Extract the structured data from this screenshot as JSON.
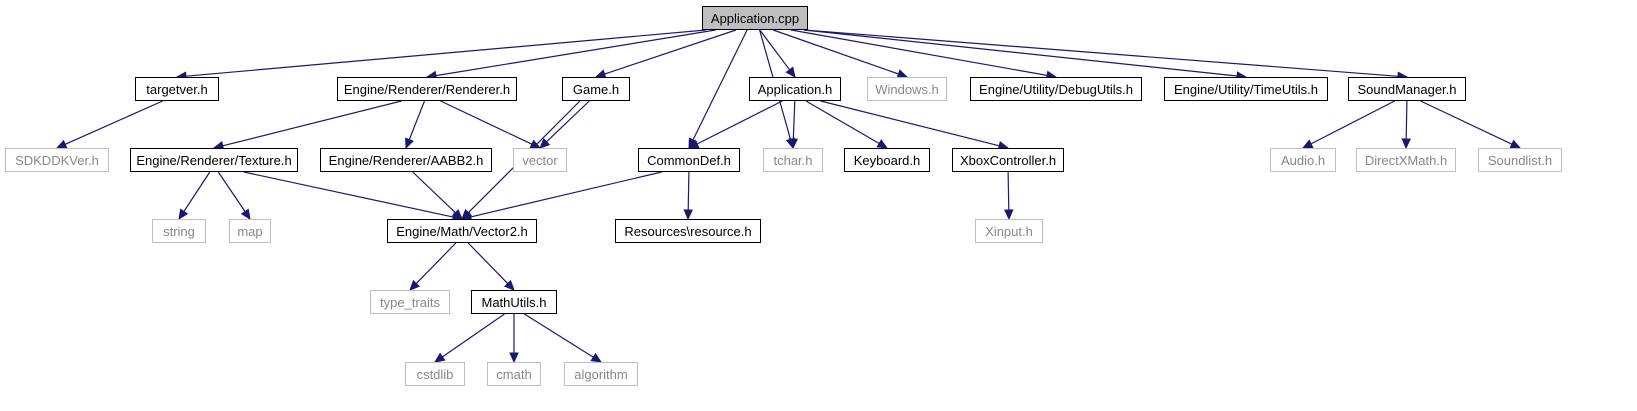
{
  "graph": {
    "root": "application_cpp",
    "nodes": [
      {
        "id": "application_cpp",
        "label": "Application.cpp",
        "kind": "root"
      },
      {
        "id": "targetver_h",
        "label": "targetver.h",
        "kind": "local"
      },
      {
        "id": "renderer_h",
        "label": "Engine/Renderer/Renderer.h",
        "kind": "local"
      },
      {
        "id": "game_h",
        "label": "Game.h",
        "kind": "local"
      },
      {
        "id": "application_h",
        "label": "Application.h",
        "kind": "local"
      },
      {
        "id": "windows_h",
        "label": "Windows.h",
        "kind": "system"
      },
      {
        "id": "debugutils_h",
        "label": "Engine/Utility/DebugUtils.h",
        "kind": "local"
      },
      {
        "id": "timeutils_h",
        "label": "Engine/Utility/TimeUtils.h",
        "kind": "local"
      },
      {
        "id": "soundmanager_h",
        "label": "SoundManager.h",
        "kind": "local"
      },
      {
        "id": "sdkddkver_h",
        "label": "SDKDDKVer.h",
        "kind": "system"
      },
      {
        "id": "texture_h",
        "label": "Engine/Renderer/Texture.h",
        "kind": "local"
      },
      {
        "id": "aabb2_h",
        "label": "Engine/Renderer/AABB2.h",
        "kind": "local"
      },
      {
        "id": "vector",
        "label": "vector",
        "kind": "system"
      },
      {
        "id": "commondef_h",
        "label": "CommonDef.h",
        "kind": "local"
      },
      {
        "id": "tchar_h",
        "label": "tchar.h",
        "kind": "system"
      },
      {
        "id": "keyboard_h",
        "label": "Keyboard.h",
        "kind": "local"
      },
      {
        "id": "xboxcontroller_h",
        "label": "XboxController.h",
        "kind": "local"
      },
      {
        "id": "audio_h",
        "label": "Audio.h",
        "kind": "system"
      },
      {
        "id": "directxmath_h",
        "label": "DirectXMath.h",
        "kind": "system"
      },
      {
        "id": "soundlist_h",
        "label": "Soundlist.h",
        "kind": "system"
      },
      {
        "id": "string",
        "label": "string",
        "kind": "system"
      },
      {
        "id": "map",
        "label": "map",
        "kind": "system"
      },
      {
        "id": "vector2_h",
        "label": "Engine/Math/Vector2.h",
        "kind": "local"
      },
      {
        "id": "resource_h",
        "label": "Resources\\resource.h",
        "kind": "local"
      },
      {
        "id": "xinput_h",
        "label": "Xinput.h",
        "kind": "system"
      },
      {
        "id": "type_traits",
        "label": "type_traits",
        "kind": "system"
      },
      {
        "id": "mathutils_h",
        "label": "MathUtils.h",
        "kind": "local"
      },
      {
        "id": "cstdlib",
        "label": "cstdlib",
        "kind": "system"
      },
      {
        "id": "cmath",
        "label": "cmath",
        "kind": "system"
      },
      {
        "id": "algorithm",
        "label": "algorithm",
        "kind": "system"
      }
    ],
    "edges": [
      [
        "application_cpp",
        "targetver_h"
      ],
      [
        "application_cpp",
        "renderer_h"
      ],
      [
        "application_cpp",
        "game_h"
      ],
      [
        "application_cpp",
        "commondef_h"
      ],
      [
        "application_cpp",
        "tchar_h"
      ],
      [
        "application_cpp",
        "application_h"
      ],
      [
        "application_cpp",
        "windows_h"
      ],
      [
        "application_cpp",
        "debugutils_h"
      ],
      [
        "application_cpp",
        "timeutils_h"
      ],
      [
        "application_cpp",
        "soundmanager_h"
      ],
      [
        "targetver_h",
        "sdkddkver_h"
      ],
      [
        "renderer_h",
        "texture_h"
      ],
      [
        "renderer_h",
        "aabb2_h"
      ],
      [
        "renderer_h",
        "vector"
      ],
      [
        "game_h",
        "vector"
      ],
      [
        "game_h",
        "vector2_h"
      ],
      [
        "application_h",
        "commondef_h"
      ],
      [
        "application_h",
        "tchar_h"
      ],
      [
        "application_h",
        "keyboard_h"
      ],
      [
        "application_h",
        "xboxcontroller_h"
      ],
      [
        "soundmanager_h",
        "audio_h"
      ],
      [
        "soundmanager_h",
        "directxmath_h"
      ],
      [
        "soundmanager_h",
        "soundlist_h"
      ],
      [
        "texture_h",
        "string"
      ],
      [
        "texture_h",
        "map"
      ],
      [
        "texture_h",
        "vector2_h"
      ],
      [
        "aabb2_h",
        "vector2_h"
      ],
      [
        "commondef_h",
        "vector2_h"
      ],
      [
        "commondef_h",
        "resource_h"
      ],
      [
        "xboxcontroller_h",
        "xinput_h"
      ],
      [
        "vector2_h",
        "type_traits"
      ],
      [
        "vector2_h",
        "mathutils_h"
      ],
      [
        "mathutils_h",
        "cstdlib"
      ],
      [
        "mathutils_h",
        "cmath"
      ],
      [
        "mathutils_h",
        "algorithm"
      ]
    ]
  },
  "colors": {
    "edge": "#191970",
    "root_fill": "#bfbfbf",
    "local_border": "#000000",
    "system_border": "#bfbfbf",
    "system_text": "#888888"
  }
}
